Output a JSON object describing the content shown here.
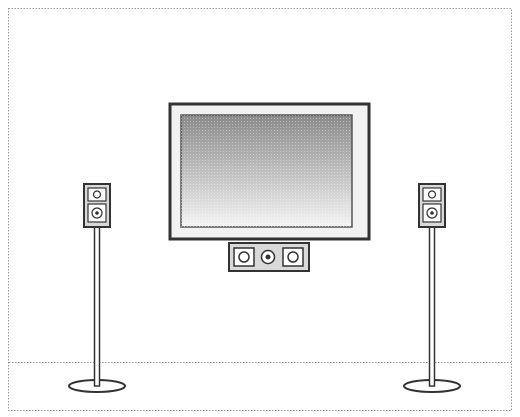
{
  "scene": {
    "colors": {
      "background": "#ffffff",
      "outline": "#333333",
      "dotted_border": "#9a9a9a",
      "screen_dark": "#8a8a8a",
      "screen_light": "#ffffff",
      "speaker_box": "#d9d9d9"
    },
    "objects": [
      "flat-screen-tv",
      "center-speaker",
      "left-floor-standing-speaker",
      "right-floor-standing-speaker",
      "floor-line"
    ]
  }
}
